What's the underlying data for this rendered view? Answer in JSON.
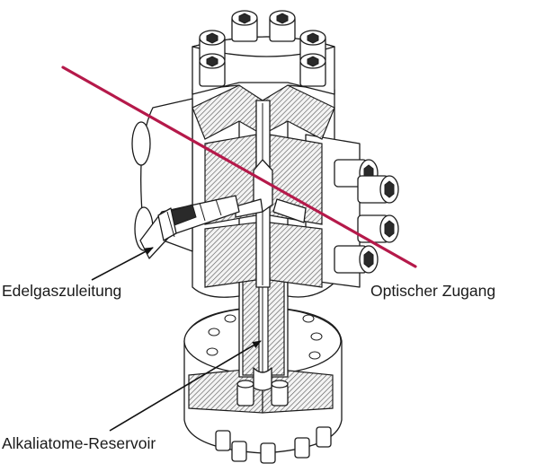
{
  "labels": {
    "gas_feed": "Edelgaszuleitung",
    "optical_access": "Optischer Zugang",
    "alkali_reservoir": "Alkaliatome-Reservoir"
  },
  "colors": {
    "laser_beam": "#b5194a",
    "line": "#1c1c1c",
    "hatch": "#555555",
    "background": "#ffffff"
  },
  "icons": {
    "laser": "laser-beam",
    "arrow": "leader-arrow"
  }
}
